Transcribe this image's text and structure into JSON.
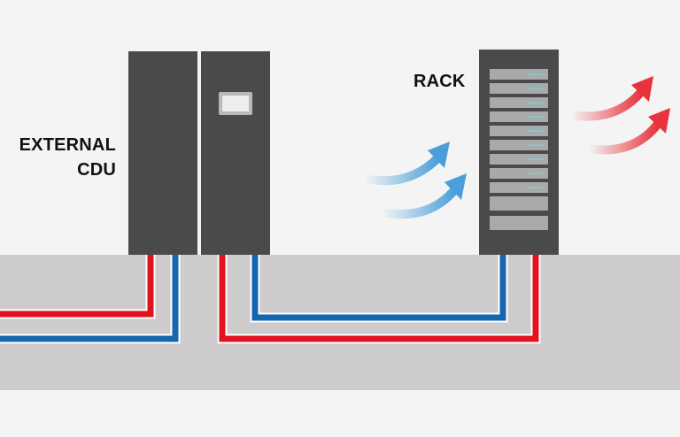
{
  "labels": {
    "external_cdu_line1": "EXTERNAL",
    "external_cdu_line2": "CDU",
    "rack": "RACK"
  },
  "colors": {
    "background": "#f4f4f4",
    "floor": "#cdcbcb",
    "cabinet": "#4a4a4a",
    "hot_pipe": "#e2121f",
    "cold_pipe": "#1466b0",
    "cool_air": "#4a9fd8",
    "hot_air": "#e8323c",
    "server_unit": "#a9a9a9",
    "led": "#7fd3d3"
  },
  "icons": {
    "air_in": "cool-air-arrow-icon",
    "air_out": "hot-air-arrow-icon"
  }
}
